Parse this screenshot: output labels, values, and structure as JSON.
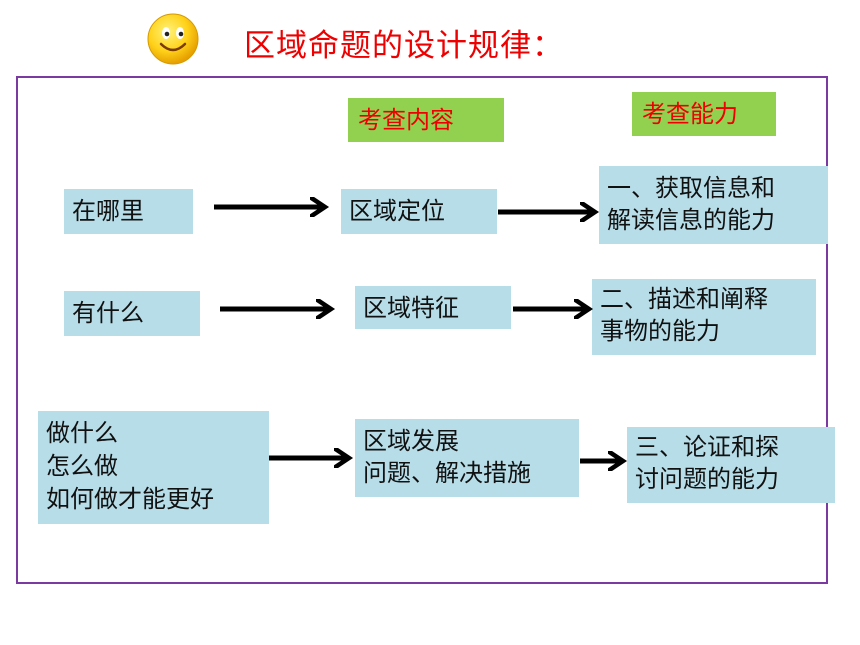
{
  "title": "区域命题的设计规律：",
  "headers": {
    "content": "考查内容",
    "ability": "考查能力"
  },
  "rows": [
    {
      "question": [
        "在哪里"
      ],
      "content": [
        "区域定位"
      ],
      "ability": [
        "一、获取信息和",
        "解读信息的能力"
      ]
    },
    {
      "question": [
        "有什么"
      ],
      "content": [
        "区域特征"
      ],
      "ability": [
        "二、描述和阐释",
        "事物的能力"
      ]
    },
    {
      "question": [
        "做什么",
        "怎么做",
        "如何做才能更好"
      ],
      "content": [
        "区域发展",
        "问题、解决措施"
      ],
      "ability": [
        "三、论证和探",
        "讨问题的能力"
      ]
    }
  ],
  "colors": {
    "title": "#ee0000",
    "frame_border": "#7a3aa0",
    "header_bg": "#92d050",
    "header_text": "#ee0000",
    "box_bg": "#b7dde8",
    "arrow": "#000000"
  },
  "icons": {
    "title_icon": "smiley-face-icon"
  }
}
